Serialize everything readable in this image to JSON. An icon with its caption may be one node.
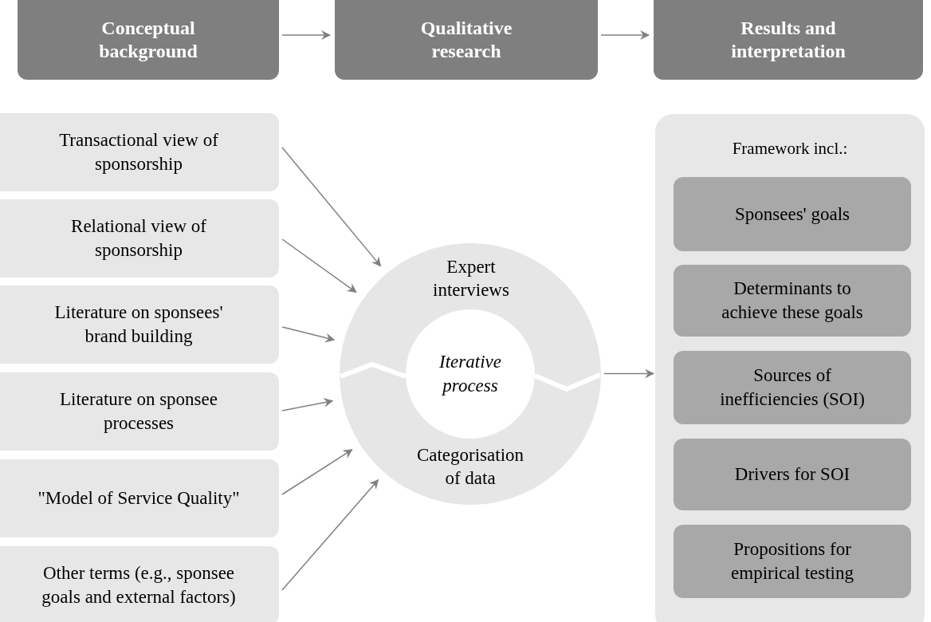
{
  "diagram": {
    "nodes": [
      {
        "text": [
          "Conceptual background"
        ]
      },
      {
        "text": [
          "Qualitative research"
        ]
      },
      {
        "text": [
          "Results and interpretation"
        ]
      },
      {
        "text": [
          "Transactional view of sponsorship"
        ]
      },
      {
        "text": [
          "Relational view of sponsorship"
        ]
      },
      {
        "text": [
          "Literature on sponsees' brand building"
        ]
      },
      {
        "text": [
          "Literature on sponsee processes"
        ]
      },
      {
        "text": [
          "\"Model of Service Quality\""
        ]
      },
      {
        "text": [
          "Other terms (e.g., sponsee goals and external factors)"
        ]
      },
      {
        "text": [],
        "shape": "circle"
      },
      {
        "text": [
          "Expert interviews"
        ],
        "in": 9
      },
      {
        "text": [
          "Iterative process"
        ],
        "in": 9
      },
      {
        "text": [
          "Categorisation of data"
        ],
        "in": 9
      },
      {
        "text": [
          "Framework incl.:"
        ]
      },
      {
        "text": [
          "Sponsees' goals"
        ],
        "in": 13
      },
      {
        "text": [
          "Determinants to achieve these goals"
        ],
        "in": 13
      },
      {
        "text": [
          "Sources of inefficiencies (SOI)"
        ],
        "in": 13
      },
      {
        "text": [
          "Drivers for SOI"
        ],
        "in": 13
      },
      {
        "text": [
          "Propositions for empirical testing"
        ],
        "in": 13
      }
    ],
    "edges": [
      {
        "from": 0,
        "to": 1,
        "arrow": "to"
      },
      {
        "from": 1,
        "to": 2,
        "arrow": "to"
      },
      {
        "from": 3,
        "to": 9,
        "arrow": "to"
      },
      {
        "from": 4,
        "to": 9,
        "arrow": "to"
      },
      {
        "from": 5,
        "to": 9,
        "arrow": "to"
      },
      {
        "from": 6,
        "to": 9,
        "arrow": "to"
      },
      {
        "from": 7,
        "to": 9,
        "arrow": "to"
      },
      {
        "from": 8,
        "to": 9,
        "arrow": "to"
      },
      {
        "from": 9,
        "to": 13,
        "arrow": "to"
      }
    ]
  }
}
